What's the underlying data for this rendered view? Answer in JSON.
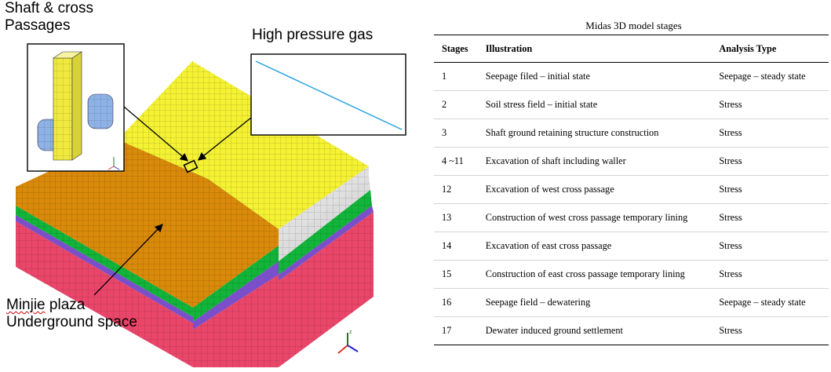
{
  "figure": {
    "labels": {
      "shaft_line1": "Shaft & cross",
      "shaft_line2": "Passages",
      "high_pressure_gas": "High pressure gas",
      "plaza_line1": "Minjie",
      "plaza_line1_rest": " plaza",
      "plaza_line2": "Underground space"
    },
    "colors": {
      "top_soil": "#f4f233",
      "plaza_surface": "#d98a0a",
      "green_layer": "#12b43a",
      "purple_layer": "#7a4fc9",
      "red_layer": "#e9466a",
      "shaft_yellow": "#f0ea40",
      "passage_blue": "#8fb2e6",
      "gas_line": "#1e9fdf"
    },
    "icons": [
      "axis-triad-icon"
    ]
  },
  "table": {
    "caption": "Midas 3D model stages",
    "headers": [
      "Stages",
      "Illustration",
      "Analysis Type"
    ],
    "rows": [
      [
        "1",
        "Seepage filed – initial state",
        "Seepage – steady state"
      ],
      [
        "2",
        "Soil stress field – initial state",
        "Stress"
      ],
      [
        "3",
        "Shaft ground retaining structure construction",
        "Stress"
      ],
      [
        "4 ~11",
        "Excavation of shaft including waller",
        "Stress"
      ],
      [
        "12",
        "Excavation of west cross passage",
        "Stress"
      ],
      [
        "13",
        "Construction of west cross passage temporary lining",
        "Stress"
      ],
      [
        "14",
        "Excavation of east cross passage",
        "Stress"
      ],
      [
        "15",
        "Construction of east cross passage temporary lining",
        "Stress"
      ],
      [
        "16",
        "Seepage field – dewatering",
        "Seepage – steady state"
      ],
      [
        "17",
        "Dewater induced ground settlement",
        "Stress"
      ]
    ]
  }
}
